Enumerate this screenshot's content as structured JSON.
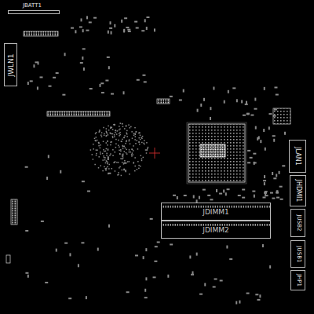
{
  "diagram": {
    "nodes": [
      {
        "text": [
          "JBATT1"
        ]
      },
      {
        "text": [
          "JWLN1"
        ]
      },
      {
        "text": [
          "JDIMM1"
        ]
      },
      {
        "text": [
          "JDIMM2"
        ]
      },
      {
        "text": [
          "JLAN1"
        ]
      },
      {
        "text": [
          "JHDMI1"
        ]
      },
      {
        "text": [
          "JUSB2"
        ]
      },
      {
        "text": [
          "JUSB1"
        ]
      },
      {
        "text": [
          "JHP1"
        ]
      }
    ]
  }
}
